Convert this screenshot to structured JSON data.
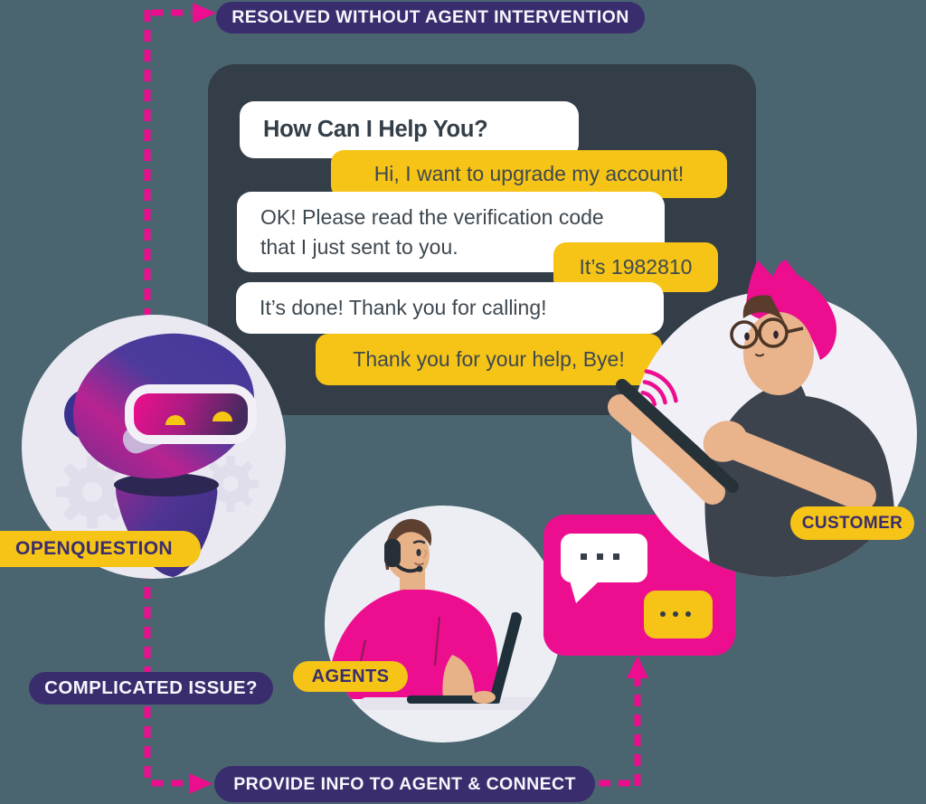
{
  "banners": {
    "resolved": "RESOLVED WITHOUT AGENT INTERVENTION",
    "complicated_issue": "COMPLICATED ISSUE?",
    "provide_info": "PROVIDE INFO TO AGENT & CONNECT"
  },
  "chat": {
    "messages": [
      {
        "sender": "bot",
        "text": "How Can I Help You?"
      },
      {
        "sender": "customer",
        "text": "Hi, I want to upgrade my account!"
      },
      {
        "sender": "bot",
        "text": "OK! Please read the verification code that I just sent to you."
      },
      {
        "sender": "customer",
        "text": "It’s 1982810"
      },
      {
        "sender": "bot",
        "text": "It’s done! Thank you for calling!"
      },
      {
        "sender": "customer",
        "text": "Thank you for your help, Bye!"
      }
    ]
  },
  "labels": {
    "robot": "OPENQUESTION",
    "customer": "CUSTOMER",
    "agents": "AGENTS"
  },
  "icons": {
    "flow_arrows": "dashed-arrow-connectors",
    "robot": "chatbot-robot",
    "gears": "gear",
    "wifi": "wifi-signal",
    "typing_dots": "typing-dots",
    "tablet": "tablet",
    "laptop": "laptop",
    "headset": "headset"
  },
  "colors": {
    "background": "#4a6570",
    "chat_window": "#333e48",
    "magenta": "#ec0e8e",
    "yellow": "#f5c417",
    "dark_pill": "#3a2d6e",
    "bubble_text": "#3e4850",
    "robot_circle": "#eae9f2",
    "agent_circle": "#ededf4",
    "customer_circle": "#f1f0f7"
  }
}
